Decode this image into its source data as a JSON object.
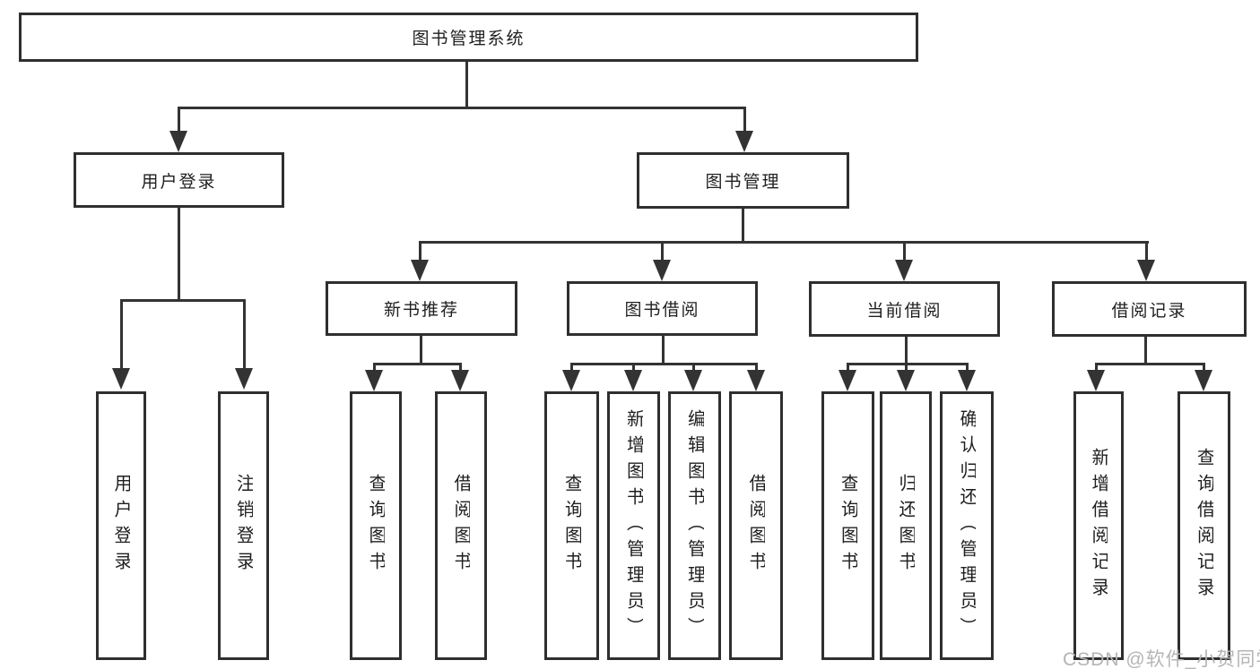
{
  "diagram": {
    "title": "图书管理系统",
    "type": "hierarchy-function-structure",
    "colors": {
      "background": "#ffffff",
      "line": "#333333",
      "box_border": "#2f2f2f",
      "box_fill": "#ffffff",
      "text": "#1f1f1f",
      "watermark": "#b5b5b5"
    },
    "tree": {
      "root": {
        "label": "图书管理系统"
      },
      "level2": [
        {
          "id": "user-login",
          "label": "用户登录"
        },
        {
          "id": "book-management",
          "label": "图书管理"
        }
      ],
      "level3": [
        {
          "id": "new-book-recommend",
          "label": "新书推荐",
          "parent": "图书管理"
        },
        {
          "id": "book-borrowing",
          "label": "图书借阅",
          "parent": "图书管理"
        },
        {
          "id": "current-borrowing",
          "label": "当前借阅",
          "parent": "图书管理"
        },
        {
          "id": "borrowing-records",
          "label": "借阅记录",
          "parent": "图书管理"
        }
      ],
      "leaves": [
        {
          "id": "leaf-user-login",
          "label": "用户登录",
          "parent": "用户登录"
        },
        {
          "id": "leaf-logout",
          "label": "注销登录",
          "parent": "用户登录"
        },
        {
          "id": "leaf-query-book-1",
          "label": "查询图书",
          "parent": "新书推荐"
        },
        {
          "id": "leaf-borrow-book-1",
          "label": "借阅图书",
          "parent": "新书推荐"
        },
        {
          "id": "leaf-query-book-2",
          "label": "查询图书",
          "parent": "图书借阅"
        },
        {
          "id": "leaf-add-book",
          "label": "新增图书（管理员）",
          "parent": "图书借阅"
        },
        {
          "id": "leaf-edit-book",
          "label": "编辑图书（管理员）",
          "parent": "图书借阅"
        },
        {
          "id": "leaf-borrow-book-2",
          "label": "借阅图书",
          "parent": "图书借阅"
        },
        {
          "id": "leaf-query-book-3",
          "label": "查询图书",
          "parent": "当前借阅"
        },
        {
          "id": "leaf-return-book",
          "label": "归还图书",
          "parent": "当前借阅"
        },
        {
          "id": "leaf-confirm-return",
          "label": "确认归还（管理员）",
          "parent": "当前借阅"
        },
        {
          "id": "leaf-add-borrow-record",
          "label": "新增借阅记录",
          "parent": "借阅记录"
        },
        {
          "id": "leaf-query-borrow-record",
          "label": "查询借阅记录",
          "parent": "借阅记录"
        }
      ]
    },
    "watermark": {
      "text": "CSDN @软件_小贺同学"
    }
  }
}
